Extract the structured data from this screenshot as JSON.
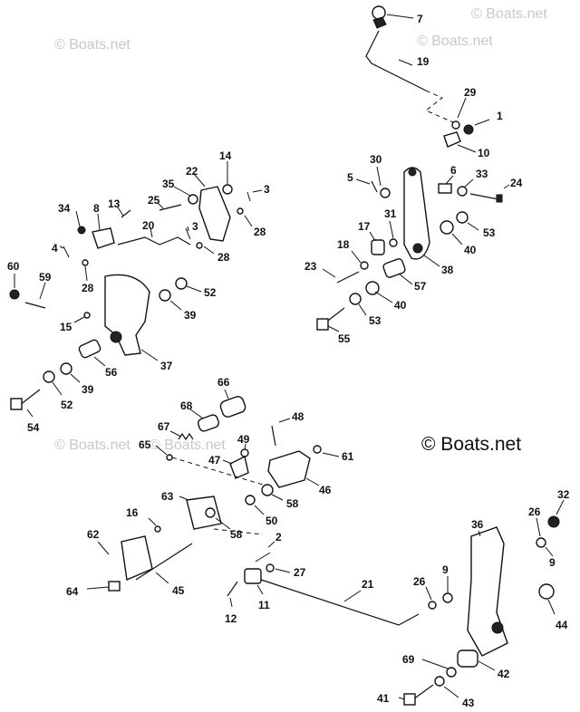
{
  "watermarks": [
    "© Boats.net",
    "© Boats.net",
    "© Boats.net",
    "© Boats.net",
    "© Boats.net"
  ],
  "copyright": "© Boats.net",
  "callouts": [
    "7",
    "19",
    "29",
    "1",
    "10",
    "30",
    "5",
    "6",
    "33",
    "24",
    "17",
    "31",
    "53",
    "40",
    "18",
    "23",
    "38",
    "57",
    "40",
    "53",
    "55",
    "14",
    "22",
    "35",
    "25",
    "3",
    "34",
    "8",
    "13",
    "20",
    "3",
    "28",
    "4",
    "28",
    "60",
    "59",
    "28",
    "52",
    "15",
    "39",
    "37",
    "56",
    "39",
    "52",
    "54",
    "66",
    "68",
    "48",
    "67",
    "49",
    "65",
    "47",
    "61",
    "46",
    "58",
    "63",
    "50",
    "16",
    "58",
    "2",
    "62",
    "45",
    "27",
    "64",
    "12",
    "11",
    "21",
    "36",
    "26",
    "32",
    "9",
    "26",
    "9",
    "44",
    "69",
    "42",
    "41",
    "43"
  ]
}
